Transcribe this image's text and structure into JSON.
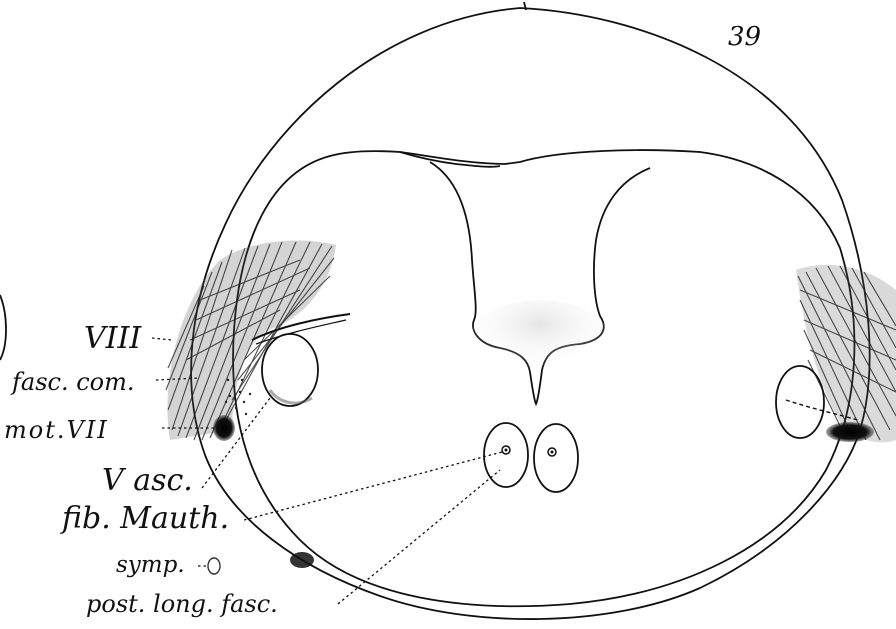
{
  "page_number": "39",
  "labels": {
    "viii": "VIII",
    "fasc_com": "fasc. com.",
    "mot_vii": "mot.VII",
    "v_asc": "V asc.",
    "fib_mauth": "fib. Mauth.",
    "symp": "symp.",
    "post_long_fasc": "post. long. fasc."
  }
}
